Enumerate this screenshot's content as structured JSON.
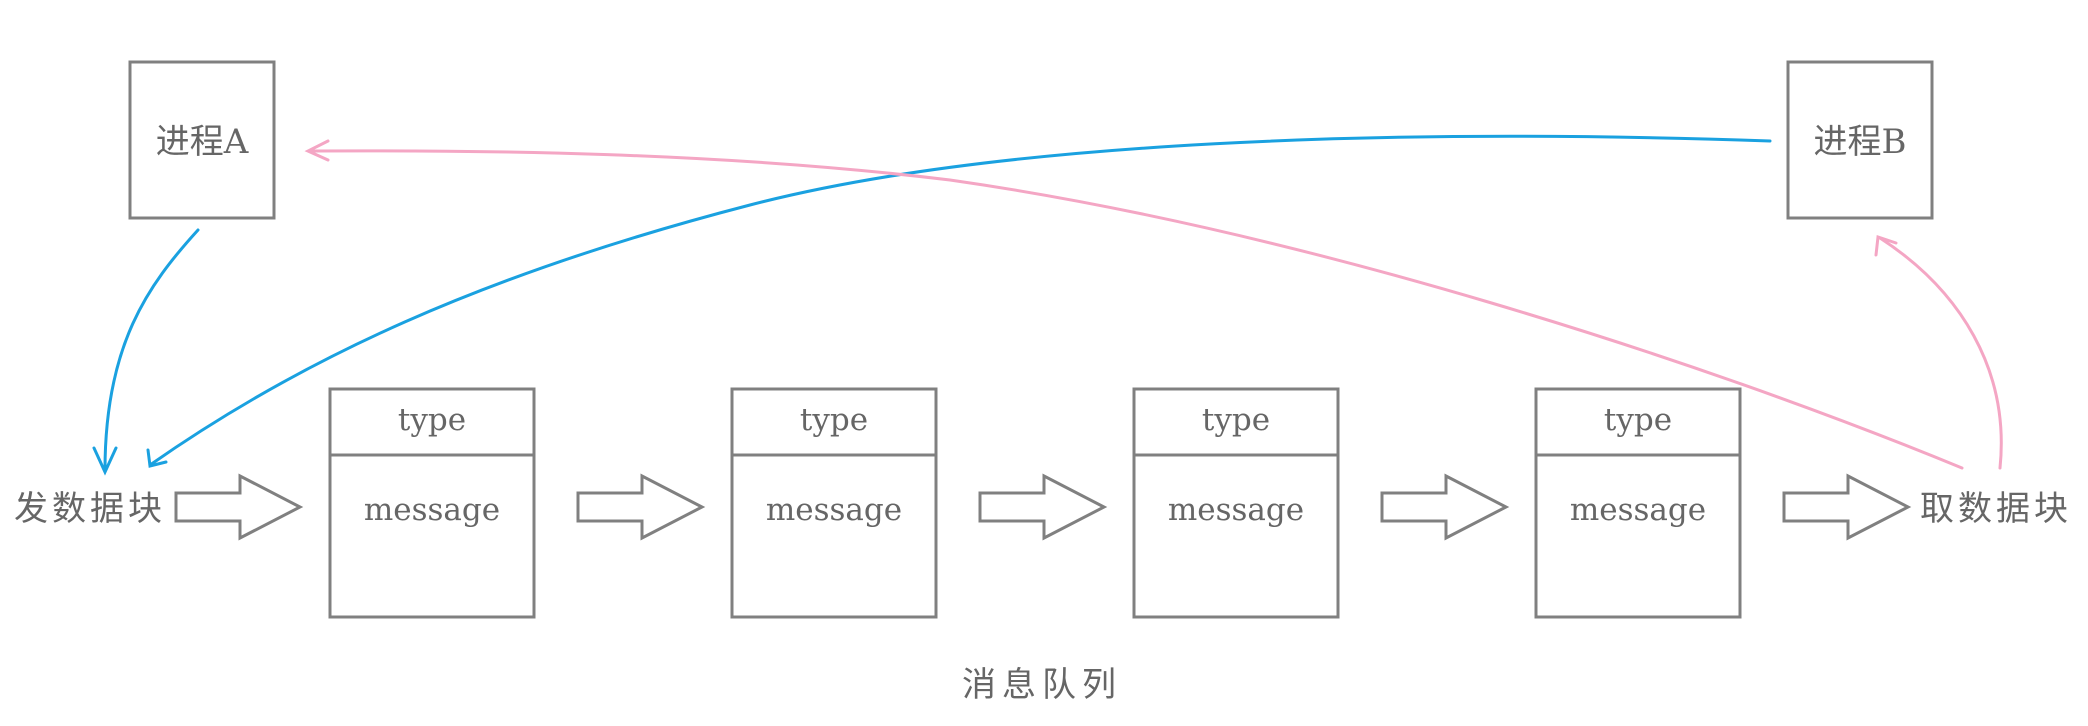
{
  "process_a": "进程A",
  "process_b": "进程B",
  "send_label": "发数据块",
  "receive_label": "取数据块",
  "queue_title": "消息队列",
  "queue_items": [
    {
      "type": "type",
      "message": "message"
    },
    {
      "type": "type",
      "message": "message"
    },
    {
      "type": "type",
      "message": "message"
    },
    {
      "type": "type",
      "message": "message"
    }
  ],
  "colors": {
    "send_flow": "#1aa1e0",
    "receive_flow": "#f4a6c4",
    "outline": "#808080",
    "text": "#666666"
  }
}
